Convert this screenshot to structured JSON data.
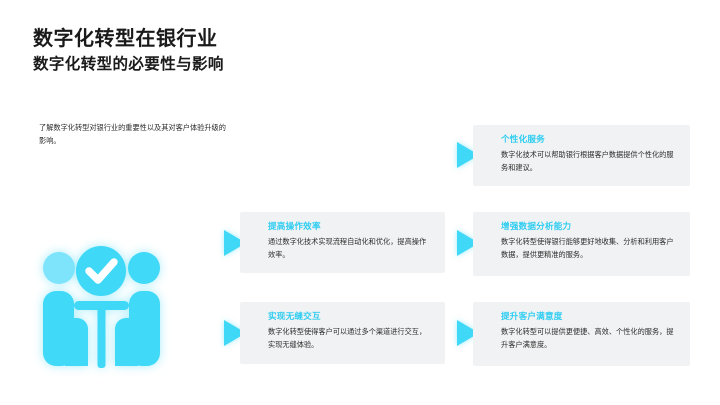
{
  "slide": {
    "title": "数字化转型在银行业",
    "subtitle": "数字化转型的必要性与影响",
    "intro": "了解数字化转型对银行业的重要性以及其对客户体验升级的影响。",
    "background_color": "#ffffff",
    "accent_color": "#2ecdf2",
    "card_background_color": "#f1f2f3",
    "title_color": "#1a1a1a",
    "body_text_color": "#2c2c2c"
  },
  "illustration": {
    "name": "three-people-checkmark-illustration",
    "color_primary": "#3fd8f7",
    "color_secondary": "#7ee4fb",
    "elements": [
      "check-circle-icon",
      "table-icon",
      "person-left-icon",
      "person-right-icon"
    ]
  },
  "cards": [
    {
      "id": "personalized-service",
      "title": "个性化服务",
      "body": "数字化技术可以帮助银行根据客户数据提供个性化的服务和建议。",
      "marker": "play-triangle-icon"
    },
    {
      "id": "operational-efficiency",
      "title": "提高操作效率",
      "body": "通过数字化技术实现流程自动化和优化，提高操作效率。",
      "marker": "play-triangle-icon"
    },
    {
      "id": "data-analytics",
      "title": "增强数据分析能力",
      "body": "数字化转型使得银行能够更好地收集、分析和利用客户数据，提供更精准的服务。",
      "marker": "play-triangle-icon"
    },
    {
      "id": "seamless-interaction",
      "title": "实现无缝交互",
      "body": "数字化转型使得客户可以通过多个渠道进行交互，实现无缝体验。",
      "marker": "play-triangle-icon"
    },
    {
      "id": "customer-satisfaction",
      "title": "提升客户满意度",
      "body": "数字化转型可以提供更便捷、高效、个性化的服务，提升客户满意度。",
      "marker": "play-triangle-icon"
    }
  ]
}
